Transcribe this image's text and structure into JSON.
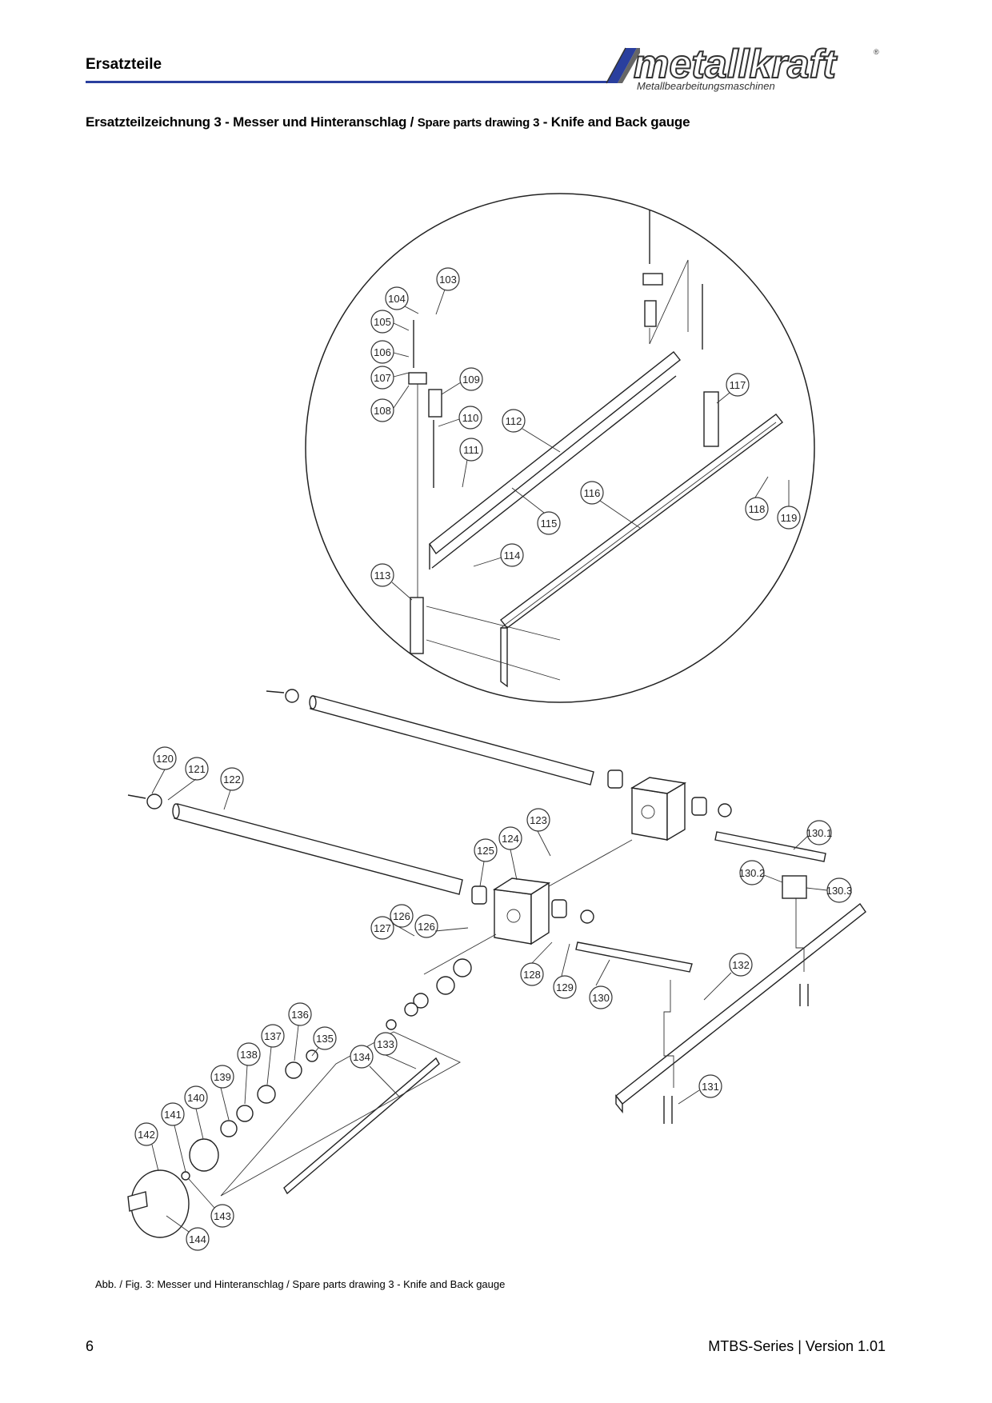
{
  "header": {
    "title": "Ersatzteile"
  },
  "logo": {
    "brand": "metallkraft",
    "tagline": "Metallbearbeitungsmaschinen",
    "reg": "®"
  },
  "drawing": {
    "title_de": "Ersatzteilzeichnung 3 - Messer und Hinteranschlag / ",
    "title_en_small": "Spare parts drawing 3",
    "title_en_rest": " - Knife and Back gauge",
    "callouts": [
      "103",
      "104",
      "105",
      "106",
      "107",
      "108",
      "109",
      "110",
      "111",
      "112",
      "113",
      "114",
      "115",
      "116",
      "117",
      "118",
      "119",
      "120",
      "121",
      "122",
      "123",
      "124",
      "125",
      "126",
      "126",
      "127",
      "128",
      "129",
      "130",
      "130.1",
      "130.2",
      "130.3",
      "131",
      "132",
      "133",
      "134",
      "135",
      "136",
      "137",
      "138",
      "139",
      "140",
      "141",
      "142",
      "143",
      "144"
    ]
  },
  "caption": "Abb. / Fig. 3: Messer und Hinteranschlag / Spare parts drawing 3 - Knife and Back gauge",
  "footer": {
    "page": "6",
    "series": "MTBS-Series | Version 1.01"
  }
}
